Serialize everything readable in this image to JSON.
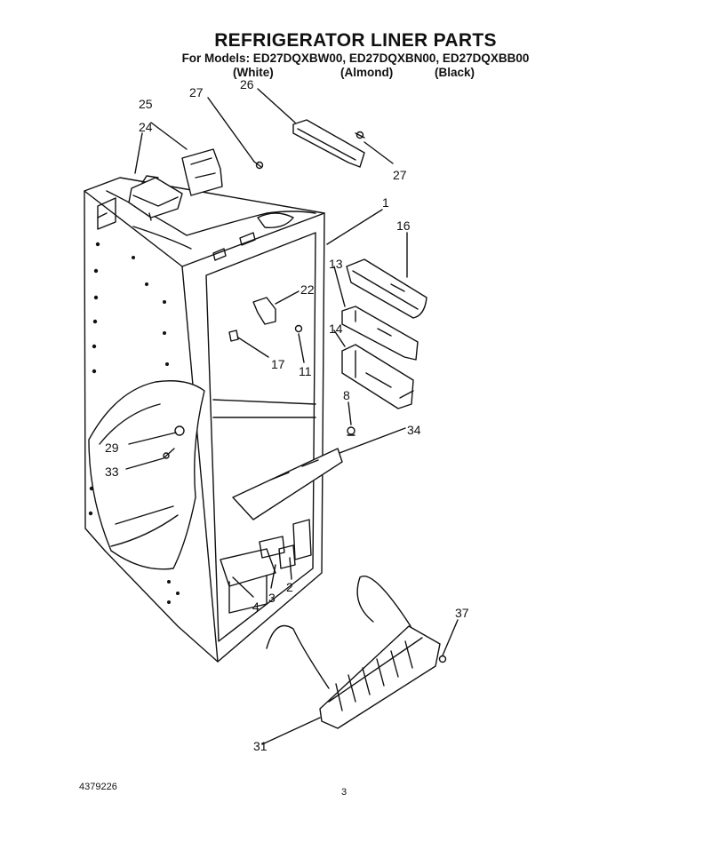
{
  "header": {
    "title": "REFRIGERATOR LINER PARTS",
    "models_line": "For Models: ED27DQXBW00, ED27DQXBN00, ED27DQXBB00",
    "colors": [
      "(White)",
      "(Almond)",
      "(Black)"
    ]
  },
  "callouts": {
    "c1": "1",
    "c2": "2",
    "c3": "3",
    "c4": "4",
    "c8": "8",
    "c11": "11",
    "c13": "13",
    "c14": "14",
    "c16": "16",
    "c17": "17",
    "c22": "22",
    "c24": "24",
    "c25": "25",
    "c26": "26",
    "c27a": "27",
    "c27b": "27",
    "c29": "29",
    "c31": "31",
    "c33": "33",
    "c34": "34",
    "c37": "37"
  },
  "footer": {
    "doc_number": "4379226",
    "page_number": "3"
  }
}
